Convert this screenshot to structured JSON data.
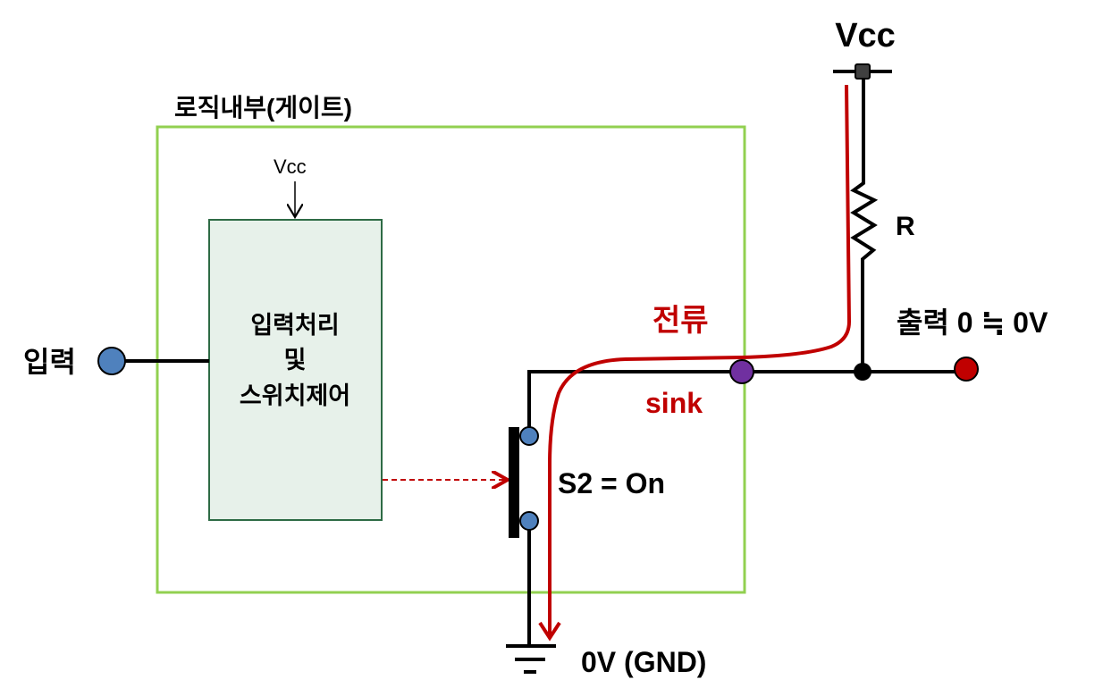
{
  "title": "로직내부(게이트)",
  "inner_vcc": "Vcc",
  "inner_block": {
    "line1": "입력처리",
    "line2": "및",
    "line3": "스위치제어"
  },
  "input_label": "입력",
  "vcc_label": "Vcc",
  "resistor_label": "R",
  "current_label": "전류",
  "sink_label": "sink",
  "output_label": "출력 0 ≒ 0V",
  "switch_label": "S2 = On",
  "ground_label": "0V (GND)",
  "colors": {
    "box_border": "#92d050",
    "inner_fill": "#e7f1ea",
    "inner_border": "#2e6b45",
    "current": "#c00000",
    "terminal_blue": "#4f81bd",
    "node_purple": "#7030a0",
    "output_red": "#c00000"
  }
}
